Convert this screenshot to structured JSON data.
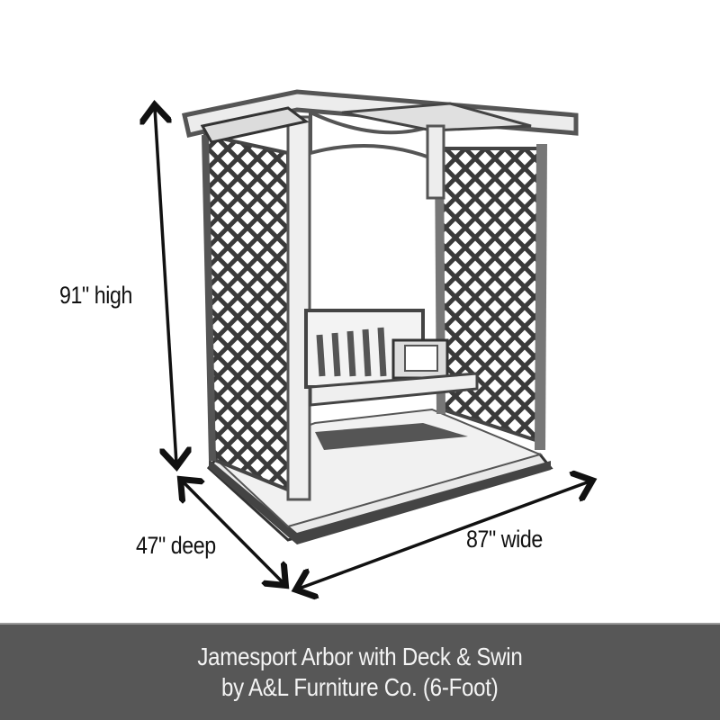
{
  "product": {
    "image_alt": "Jamesport Arbor with deck and swing illustration",
    "dimensions": {
      "height_label": "91\" high",
      "depth_label": "47\" deep",
      "width_label": "87\" wide"
    }
  },
  "banner": {
    "line1": "Jamesport Arbor with Deck & Swin",
    "line2": "by A&L Furniture Co. (6-Foot)",
    "background": "#575757",
    "text_color": "#f4f4f4"
  }
}
